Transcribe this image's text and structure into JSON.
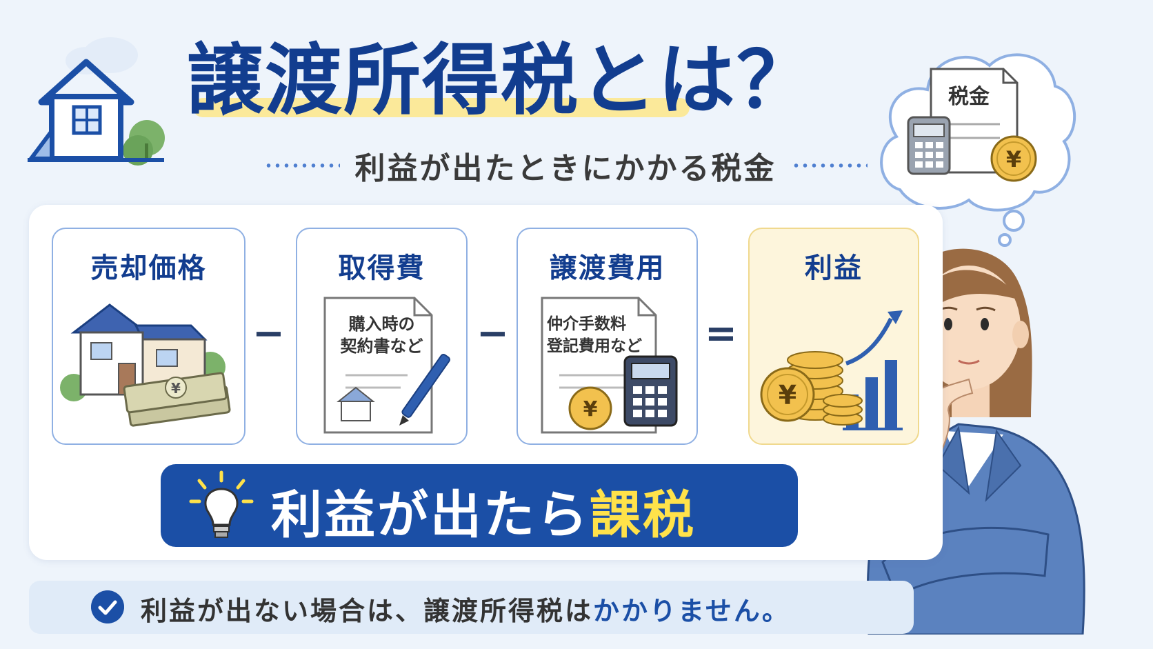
{
  "title": "譲渡所得税とは？",
  "subtitle": "利益が出たときにかかる税金",
  "cloud": {
    "doc_label": "税金",
    "coin_symbol": "¥"
  },
  "formula": {
    "cards": [
      {
        "title": "売却価格",
        "illustration": "house-and-money",
        "coin_symbol": "¥"
      },
      {
        "title": "取得費",
        "illustration": "contract-document",
        "doc_lines": [
          "購入時の",
          "契約書など"
        ]
      },
      {
        "title": "譲渡費用",
        "illustration": "fee-document",
        "doc_lines": [
          "仲介手数料",
          "登記費用など"
        ],
        "coin_symbol": "¥"
      },
      {
        "title": "利益",
        "illustration": "coins-growth-chart",
        "coin_symbol": "¥"
      }
    ],
    "operators": [
      "−",
      "−",
      "="
    ]
  },
  "banner": {
    "text": "利益が出たら",
    "highlight": "課税"
  },
  "note": {
    "text": "利益が出ない場合は、譲渡所得税は",
    "highlight": "かかりません。"
  },
  "colors": {
    "navy": "#123d8f",
    "banner_blue": "#1b4fa6",
    "highlight_yellow": "#ffe24a",
    "background": "#eef4fb",
    "coin_gold": "#f2c14e"
  }
}
